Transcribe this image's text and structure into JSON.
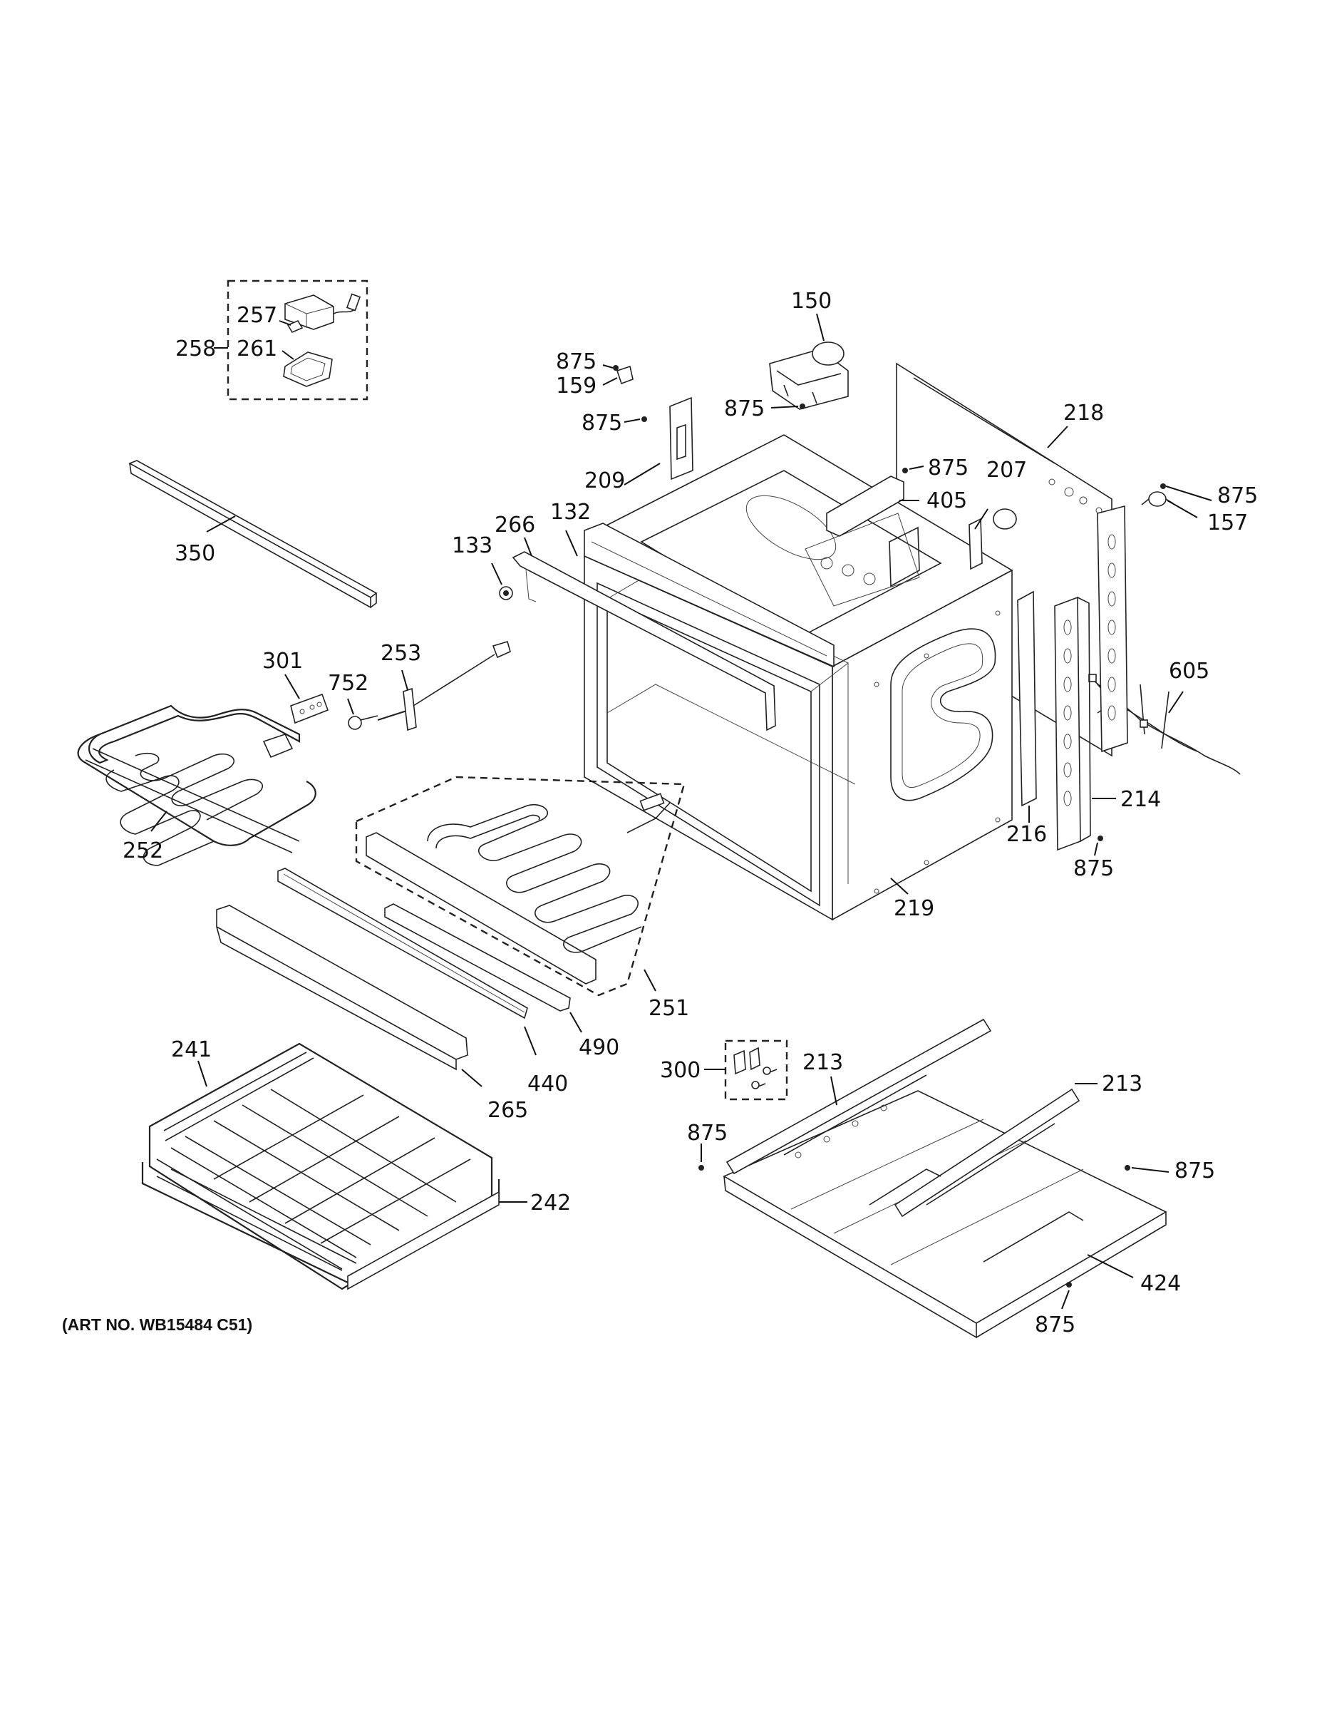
{
  "diagram": {
    "labels": {
      "l258": "258",
      "l257": "257",
      "l261": "261",
      "l350": "350",
      "l301": "301",
      "l752": "752",
      "l253": "253",
      "l252": "252",
      "l875a": "875",
      "l159": "159",
      "l875b": "875",
      "l209": "209",
      "l150": "150",
      "l875c": "875",
      "l218": "218",
      "l875d": "875",
      "l207": "207",
      "l405": "405",
      "l875e": "875",
      "l157": "157",
      "l266": "266",
      "l132": "132",
      "l133": "133",
      "l605": "605",
      "l214": "214",
      "l216": "216",
      "l875f": "875",
      "l219": "219",
      "l251": "251",
      "l490": "490",
      "l440": "440",
      "l265": "265",
      "l241": "241",
      "l242": "242",
      "l300": "300",
      "l213a": "213",
      "l213b": "213",
      "l875g": "875",
      "l875h": "875",
      "l424": "424",
      "l875i": "875"
    },
    "art_number": "(ART NO. WB15484 C51)"
  }
}
